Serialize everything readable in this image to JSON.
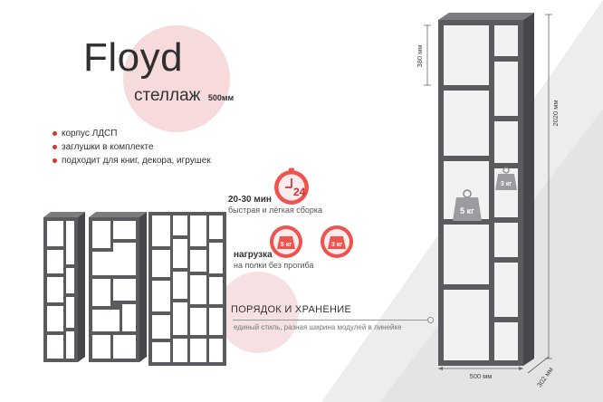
{
  "product": {
    "name": "Floyd",
    "type_label": "стеллаж",
    "size_label": "500мм"
  },
  "features": [
    "корпус ЛДСП",
    "заглушки в комплекте",
    "подходит для книг, декора, игрушек"
  ],
  "assembly": {
    "icon_number": "24",
    "time": "20-30 мин",
    "note": "быстрая и лёгкая сборка"
  },
  "load": {
    "badge_5": "5 кг",
    "badge_3": "3 кг",
    "title": "нагрузка",
    "note": "на полки без прогиба"
  },
  "order": {
    "title": "ПОРЯДОК И ХРАНЕНИЕ",
    "description": "единый стиль, разная ширина модулей в линейке"
  },
  "dimensions": {
    "height": "2020 мм",
    "cell_height": "380 мм",
    "width": "500 мм",
    "depth": "302 мм"
  },
  "colors": {
    "accent": "#d9322f",
    "shelf_gray": "#595b5e",
    "pink_circle": "#f6dadc"
  }
}
